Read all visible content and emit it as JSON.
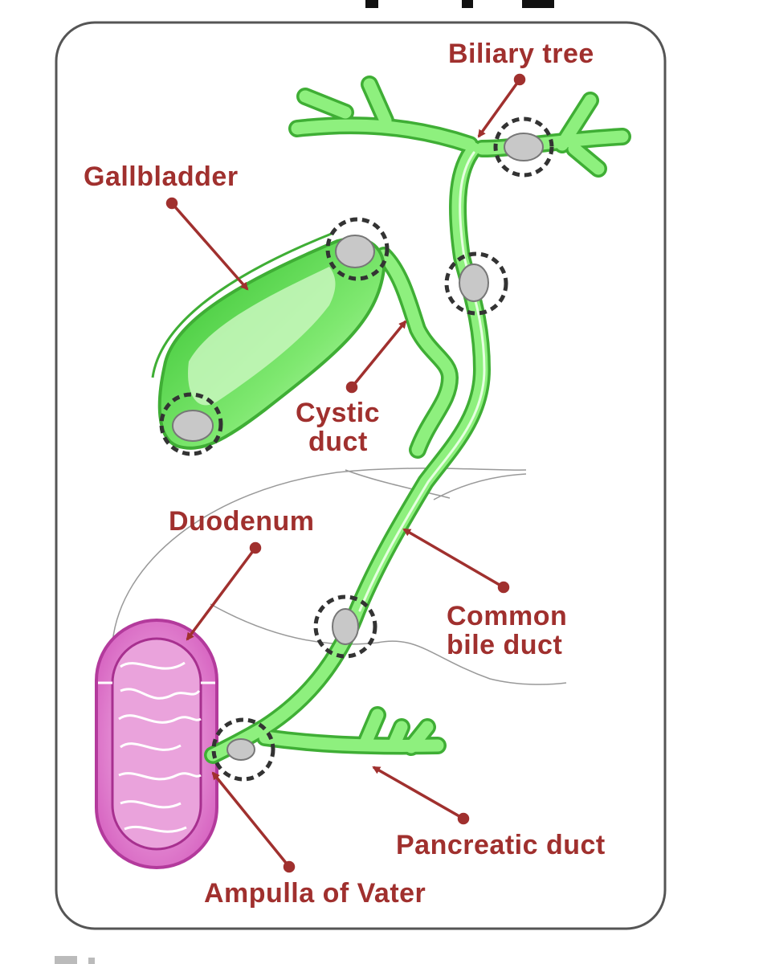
{
  "labels": {
    "biliary_tree": "Biliary tree",
    "gallbladder": "Gallbladder",
    "cystic_duct_line1": "Cystic",
    "cystic_duct_line2": "duct",
    "duodenum": "Duodenum",
    "common_bile_duct_line1": "Common",
    "common_bile_duct_line2": "bile duct",
    "pancreatic_duct": "Pancreatic duct",
    "ampulla_of_vater": "Ampulla of Vater"
  },
  "colors": {
    "label": "#a0302e",
    "duct_green": "#8ef07e",
    "duct_outline": "#3fae35",
    "gallbladder_dark": "#3fd43a",
    "duodenum_pink": "#d96bc4",
    "stone_gray": "#c8c8c8",
    "frame": "#555555"
  },
  "icons": {
    "stone_marker": "dashed-circle-stone"
  }
}
